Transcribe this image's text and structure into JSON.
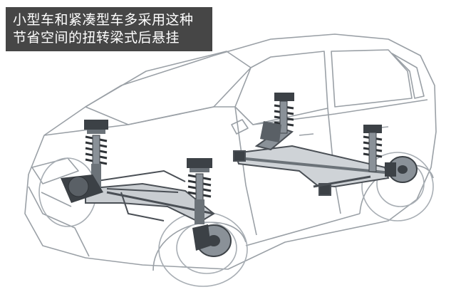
{
  "caption": {
    "line1": "小型车和紧凑型车多采用这种",
    "line2": "节省空间的扭转梁式后悬挂"
  },
  "colors": {
    "caption_bg": "#2a2a2a",
    "caption_text": "#ffffff",
    "car_outline": "#9aa0a6",
    "component_dark": "#3c4146",
    "component_mid": "#8a9198",
    "spring": "#2f3337"
  },
  "icons": [
    "car-body-outline",
    "front-strut-left-icon",
    "front-strut-right-icon",
    "rear-shock-left-icon",
    "rear-shock-right-icon",
    "torsion-beam-icon",
    "brake-disc-icon"
  ]
}
